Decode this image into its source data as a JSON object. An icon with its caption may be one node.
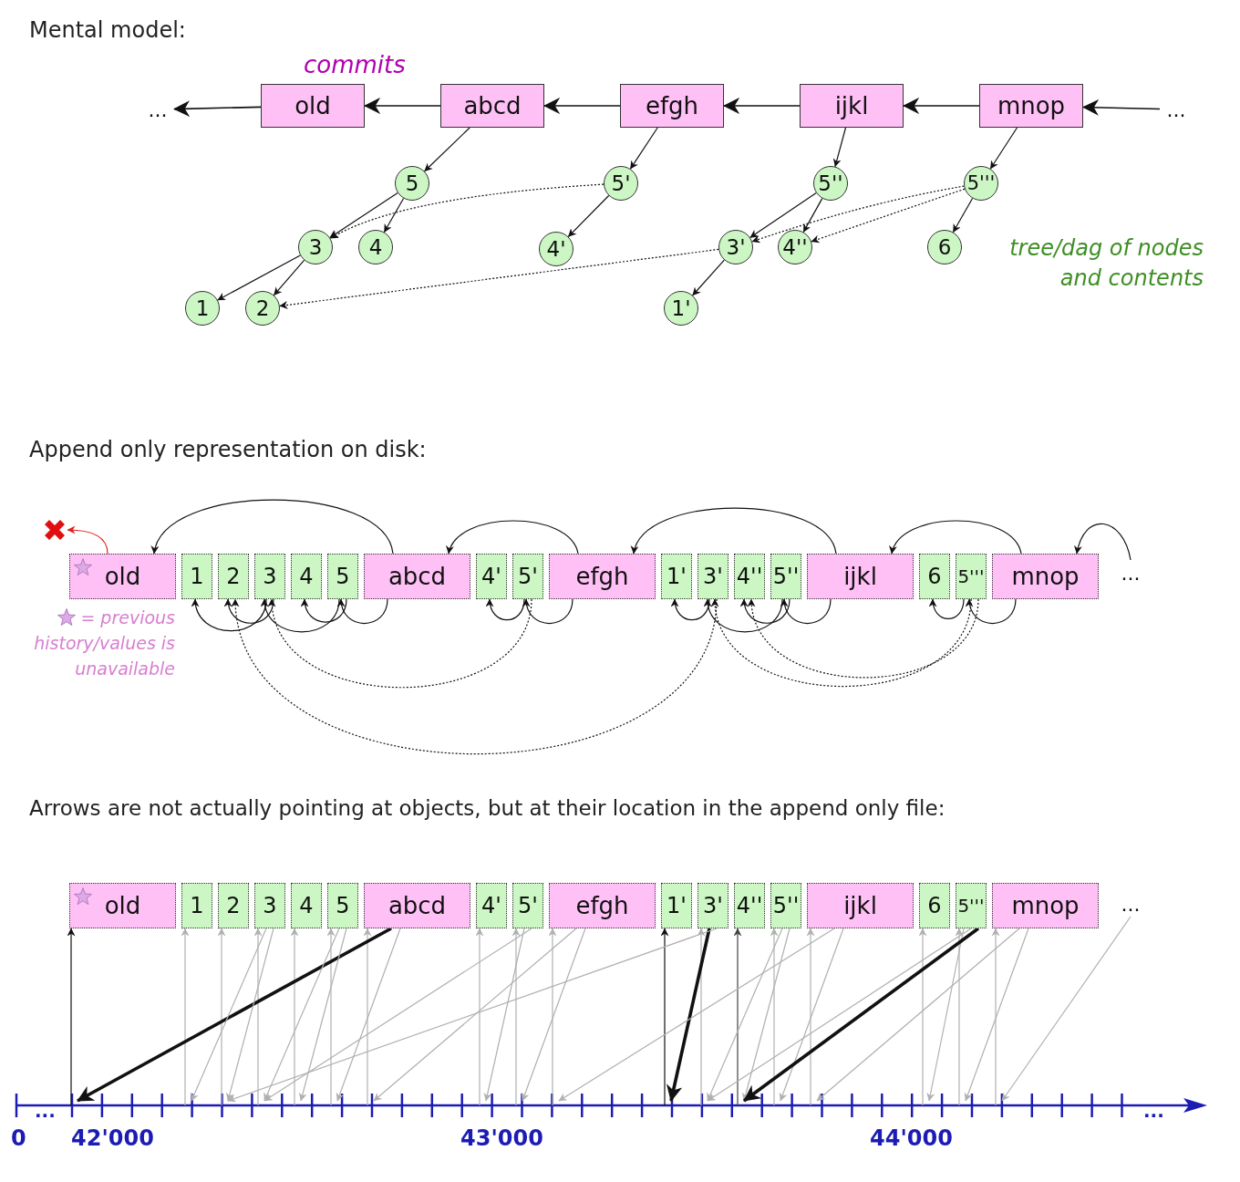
{
  "diagram": {
    "nodes": [
      {
        "text": [
          "old"
        ]
      },
      {
        "text": [
          "abcd"
        ]
      },
      {
        "text": [
          "efgh"
        ]
      },
      {
        "text": [
          "ijkl"
        ]
      },
      {
        "text": [
          "mnop"
        ]
      },
      {
        "text": [
          "..."
        ]
      },
      {
        "text": [
          "..."
        ]
      },
      {
        "text": [
          "5"
        ]
      },
      {
        "text": [
          "3"
        ]
      },
      {
        "text": [
          "4"
        ]
      },
      {
        "text": [
          "1"
        ]
      },
      {
        "text": [
          "2"
        ]
      },
      {
        "text": [
          "5'"
        ]
      },
      {
        "text": [
          "4'"
        ]
      },
      {
        "text": [
          "5''"
        ]
      },
      {
        "text": [
          "3'"
        ]
      },
      {
        "text": [
          "4''"
        ]
      },
      {
        "text": [
          "1'"
        ]
      },
      {
        "text": [
          "5'''"
        ]
      },
      {
        "text": [
          "6"
        ]
      },
      {
        "text": [],
        "shape": "cross"
      },
      {
        "text": [
          "old"
        ]
      },
      {
        "text": [
          "1"
        ]
      },
      {
        "text": [
          "2"
        ]
      },
      {
        "text": [
          "3"
        ]
      },
      {
        "text": [
          "4"
        ]
      },
      {
        "text": [
          "5"
        ]
      },
      {
        "text": [
          "abcd"
        ]
      },
      {
        "text": [
          "4'"
        ]
      },
      {
        "text": [
          "5'"
        ]
      },
      {
        "text": [
          "efgh"
        ]
      },
      {
        "text": [
          "1'"
        ]
      },
      {
        "text": [
          "3'"
        ]
      },
      {
        "text": [
          "4''"
        ]
      },
      {
        "text": [
          "5''"
        ]
      },
      {
        "text": [
          "ijkl"
        ]
      },
      {
        "text": [
          "6"
        ]
      },
      {
        "text": [
          "5'''"
        ]
      },
      {
        "text": [
          "mnop"
        ]
      },
      {
        "text": [
          "..."
        ]
      },
      {
        "text": [
          "old"
        ]
      },
      {
        "text": [
          "1"
        ]
      },
      {
        "text": [
          "2"
        ]
      },
      {
        "text": [
          "3"
        ]
      },
      {
        "text": [
          "4"
        ]
      },
      {
        "text": [
          "5"
        ]
      },
      {
        "text": [
          "abcd"
        ]
      },
      {
        "text": [
          "4'"
        ]
      },
      {
        "text": [
          "5'"
        ]
      },
      {
        "text": [
          "efgh"
        ]
      },
      {
        "text": [
          "1'"
        ]
      },
      {
        "text": [
          "3'"
        ]
      },
      {
        "text": [
          "4''"
        ]
      },
      {
        "text": [
          "5''"
        ]
      },
      {
        "text": [
          "ijkl"
        ]
      },
      {
        "text": [
          "6"
        ]
      },
      {
        "text": [
          "5'''"
        ]
      },
      {
        "text": [
          "mnop"
        ]
      },
      {
        "text": [
          "..."
        ]
      }
    ],
    "edges": [
      {
        "from": 0,
        "to": 5,
        "arrow": "to"
      },
      {
        "from": 1,
        "to": 0,
        "arrow": "to"
      },
      {
        "from": 2,
        "to": 1,
        "arrow": "to"
      },
      {
        "from": 3,
        "to": 2,
        "arrow": "to"
      },
      {
        "from": 4,
        "to": 3,
        "arrow": "to"
      },
      {
        "from": 6,
        "to": 4,
        "arrow": "to"
      },
      {
        "from": 1,
        "to": 7,
        "arrow": "to"
      },
      {
        "from": 7,
        "to": 8,
        "arrow": "to"
      },
      {
        "from": 7,
        "to": 9,
        "arrow": "to"
      },
      {
        "from": 8,
        "to": 10,
        "arrow": "to"
      },
      {
        "from": 8,
        "to": 11,
        "arrow": "to"
      },
      {
        "from": 2,
        "to": 12,
        "arrow": "to"
      },
      {
        "from": 12,
        "to": 13,
        "arrow": "to"
      },
      {
        "from": 12,
        "to": 8,
        "arrow": "to",
        "style": "dashed"
      },
      {
        "from": 3,
        "to": 14,
        "arrow": "to"
      },
      {
        "from": 14,
        "to": 15,
        "arrow": "to"
      },
      {
        "from": 14,
        "to": 16,
        "arrow": "to"
      },
      {
        "from": 15,
        "to": 17,
        "arrow": "to"
      },
      {
        "from": 15,
        "to": 11,
        "arrow": "to",
        "style": "dashed"
      },
      {
        "from": 4,
        "to": 18,
        "arrow": "to"
      },
      {
        "from": 18,
        "to": 19,
        "arrow": "to"
      },
      {
        "from": 18,
        "to": 15,
        "arrow": "to",
        "style": "dashed"
      },
      {
        "from": 18,
        "to": 16,
        "arrow": "to",
        "style": "dashed"
      },
      {
        "from": 27,
        "to": 21,
        "arrow": "to"
      },
      {
        "from": 30,
        "to": 27,
        "arrow": "to"
      },
      {
        "from": 35,
        "to": 30,
        "arrow": "to"
      },
      {
        "from": 38,
        "to": 35,
        "arrow": "to"
      },
      {
        "from": 39,
        "to": 38,
        "arrow": "to"
      },
      {
        "from": 21,
        "to": 20,
        "arrow": "to",
        "color": "#e02020"
      },
      {
        "from": 24,
        "to": 22,
        "arrow": "to"
      },
      {
        "from": 24,
        "to": 23,
        "arrow": "to"
      },
      {
        "from": 26,
        "to": 24,
        "arrow": "to"
      },
      {
        "from": 26,
        "to": 25,
        "arrow": "to"
      },
      {
        "from": 27,
        "to": 26,
        "arrow": "to"
      },
      {
        "from": 29,
        "to": 28,
        "arrow": "to"
      },
      {
        "from": 30,
        "to": 29,
        "arrow": "to"
      },
      {
        "from": 29,
        "to": 24,
        "arrow": "to",
        "style": "dashed"
      },
      {
        "from": 32,
        "to": 31,
        "arrow": "to"
      },
      {
        "from": 34,
        "to": 32,
        "arrow": "to"
      },
      {
        "from": 34,
        "to": 33,
        "arrow": "to"
      },
      {
        "from": 35,
        "to": 34,
        "arrow": "to"
      },
      {
        "from": 32,
        "to": 23,
        "arrow": "to",
        "style": "dashed"
      },
      {
        "from": 37,
        "to": 36,
        "arrow": "to"
      },
      {
        "from": 38,
        "to": 37,
        "arrow": "to"
      },
      {
        "from": 37,
        "to": 32,
        "arrow": "to",
        "style": "dashed"
      },
      {
        "from": 37,
        "to": 33,
        "arrow": "to",
        "style": "dashed"
      },
      {
        "from": null,
        "to": 40,
        "arrow": "to"
      },
      {
        "from": null,
        "to": 41,
        "arrow": "to",
        "color": "#b0b0b0"
      },
      {
        "from": null,
        "to": 42,
        "arrow": "to",
        "color": "#b0b0b0"
      },
      {
        "from": null,
        "to": 43,
        "arrow": "to",
        "color": "#b0b0b0"
      },
      {
        "from": null,
        "to": 44,
        "arrow": "to",
        "color": "#b0b0b0"
      },
      {
        "from": null,
        "to": 45,
        "arrow": "to",
        "color": "#b0b0b0"
      },
      {
        "from": null,
        "to": 46,
        "arrow": "to",
        "color": "#b0b0b0"
      },
      {
        "from": null,
        "to": 47,
        "arrow": "to",
        "color": "#b0b0b0"
      },
      {
        "from": null,
        "to": 48,
        "arrow": "to",
        "color": "#b0b0b0"
      },
      {
        "from": null,
        "to": 49,
        "arrow": "to",
        "color": "#b0b0b0"
      },
      {
        "from": null,
        "to": 50,
        "arrow": "to"
      },
      {
        "from": null,
        "to": 51,
        "arrow": "to",
        "color": "#b0b0b0"
      },
      {
        "from": null,
        "to": 52,
        "arrow": "to",
        "color": "#444444"
      },
      {
        "from": null,
        "to": 53,
        "arrow": "to",
        "color": "#b0b0b0"
      },
      {
        "from": null,
        "to": 54,
        "arrow": "to",
        "color": "#b0b0b0"
      },
      {
        "from": null,
        "to": 55,
        "arrow": "to",
        "color": "#b0b0b0"
      },
      {
        "from": null,
        "to": 56,
        "arrow": "to",
        "color": "#b0b0b0"
      },
      {
        "from": null,
        "to": 57,
        "arrow": "to",
        "color": "#b0b0b0"
      },
      {
        "from": 46,
        "to": null,
        "arrow": "to",
        "style": "thick"
      },
      {
        "from": 43,
        "to": null,
        "arrow": "to",
        "color": "#b0b0b0"
      },
      {
        "from": 43,
        "to": null,
        "arrow": "to",
        "color": "#b0b0b0"
      },
      {
        "from": 45,
        "to": null,
        "arrow": "to",
        "color": "#b0b0b0"
      },
      {
        "from": 45,
        "to": null,
        "arrow": "to",
        "color": "#b0b0b0"
      },
      {
        "from": 46,
        "to": null,
        "arrow": "to",
        "color": "#b0b0b0"
      },
      {
        "from": 49,
        "to": null,
        "arrow": "to",
        "color": "#b0b0b0"
      },
      {
        "from": 48,
        "to": null,
        "arrow": "to",
        "color": "#b0b0b0"
      },
      {
        "from": 49,
        "to": null,
        "arrow": "to",
        "color": "#b0b0b0"
      },
      {
        "from": 48,
        "to": null,
        "arrow": "to",
        "color": "#b0b0b0"
      },
      {
        "from": 51,
        "to": null,
        "arrow": "to",
        "style": "thick"
      },
      {
        "from": 53,
        "to": null,
        "arrow": "to",
        "color": "#b0b0b0"
      },
      {
        "from": 53,
        "to": null,
        "arrow": "to",
        "color": "#b0b0b0"
      },
      {
        "from": 54,
        "to": null,
        "arrow": "to",
        "color": "#b0b0b0"
      },
      {
        "from": 54,
        "to": null,
        "arrow": "to",
        "color": "#b0b0b0"
      },
      {
        "from": 51,
        "to": null,
        "arrow": "to",
        "color": "#b0b0b0"
      },
      {
        "from": 56,
        "to": null,
        "arrow": "to",
        "color": "#b0b0b0"
      },
      {
        "from": 56,
        "to": null,
        "arrow": "to",
        "color": "#b0b0b0"
      },
      {
        "from": 56,
        "to": null,
        "arrow": "to",
        "style": "thick"
      },
      {
        "from": 57,
        "to": null,
        "arrow": "to",
        "color": "#b0b0b0"
      },
      {
        "from": 57,
        "to": null,
        "arrow": "to",
        "color": "#b0b0b0"
      },
      {
        "from": 58,
        "to": null,
        "arrow": "to",
        "color": "#b0b0b0"
      }
    ],
    "labels": [
      "Mental model:",
      "commits",
      "tree/dag of nodes and contents",
      "Append only representation on disk:",
      "Arrows are not actually pointing at objects, but at their location in the append only file:",
      "...",
      "0",
      "42'000",
      "43'000",
      "44'000",
      "..."
    ],
    "legend": [
      {
        "text": "= previous history/values is unavailable"
      }
    ]
  }
}
